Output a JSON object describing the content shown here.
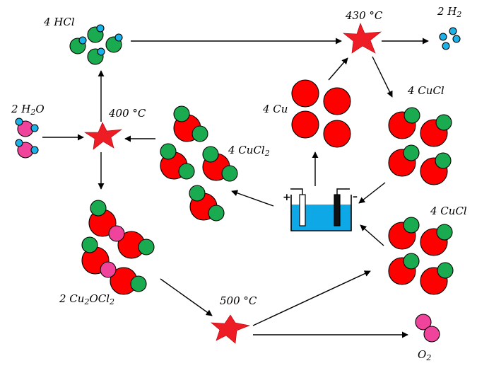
{
  "labels": {
    "hcl": "4 HCl",
    "t430": "430 °C",
    "h2_coef": "2 H",
    "h2_sub": "2",
    "h2o_coef": "2 H",
    "h2o_sub": "2",
    "h2o_end": "O",
    "t400": "400 °C",
    "cu": "4 Cu",
    "cucl_top": "4 CuCl",
    "cucl2_main": "4 CuCl",
    "cucl2_sub": "2",
    "cucl_right": "4 CuCl",
    "cu2ocl2_a": "2 Cu",
    "cu2ocl2_b": "2",
    "cu2ocl2_c": "OCl",
    "cu2ocl2_d": "2",
    "t500": "500 °C",
    "o2_main": "O",
    "o2_sub": "2",
    "plus": "+",
    "minus": "–"
  },
  "colors": {
    "copper": "#ff0000",
    "chlorine": "#1aaa50",
    "hydrogen": "#1ab2e8",
    "oxygen": "#f0449c",
    "electrolyte": "#0fa8e6",
    "heat": "#ee1c24"
  }
}
